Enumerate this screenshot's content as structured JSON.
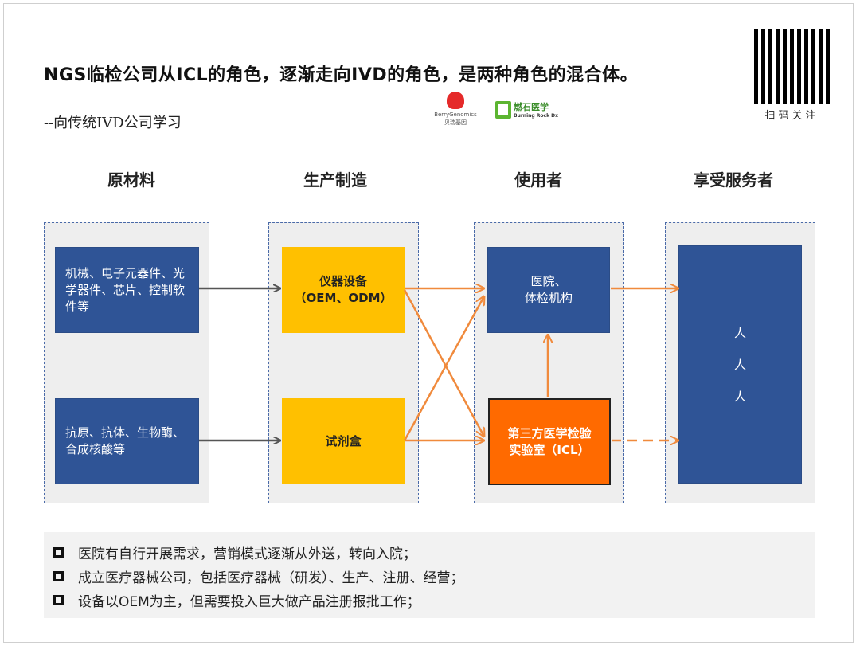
{
  "title": "NGS临检公司从ICL的角色，逐渐走向IVD的角色，是两种角色的混合体。",
  "subtitle": "--向传统IVD公司学习",
  "logos": {
    "berry_en": "BerryGenomics",
    "berry_cn": "贝瑞基因",
    "burning_cn": "燃石医学",
    "burning_en": "Burning Rock Dx"
  },
  "qr_label": "扫码关注",
  "columns": [
    "原材料",
    "生产制造",
    "使用者",
    "享受服务者"
  ],
  "boxes": {
    "raw1": "机械、电子元器件、光学器件、芯片、控制软件等",
    "raw2": "抗原、抗体、生物酶、合成核酸等",
    "prod1_line1": "仪器设备",
    "prod1_line2": "（OEM、ODM）",
    "prod2": "试剂盒",
    "user1_line1": "医院、",
    "user1_line2": "体检机构",
    "user2_line1": "第三方医学检验",
    "user2_line2": "实验室（ICL）",
    "served": [
      "人",
      "人",
      "人"
    ]
  },
  "bullets": [
    "医院有自行开展需求，营销模式逐渐从外送，转向入院；",
    "成立医疗器械公司，包括医疗器械（研发）、生产、注册、经营；",
    "设备以OEM为主，但需要投入巨大做产品注册报批工作；"
  ],
  "colors": {
    "blue": "#2f5496",
    "yellow": "#ffc000",
    "orange": "#ff6a00",
    "arrow_orange": "#f08a3c",
    "arrow_gray": "#555555"
  }
}
